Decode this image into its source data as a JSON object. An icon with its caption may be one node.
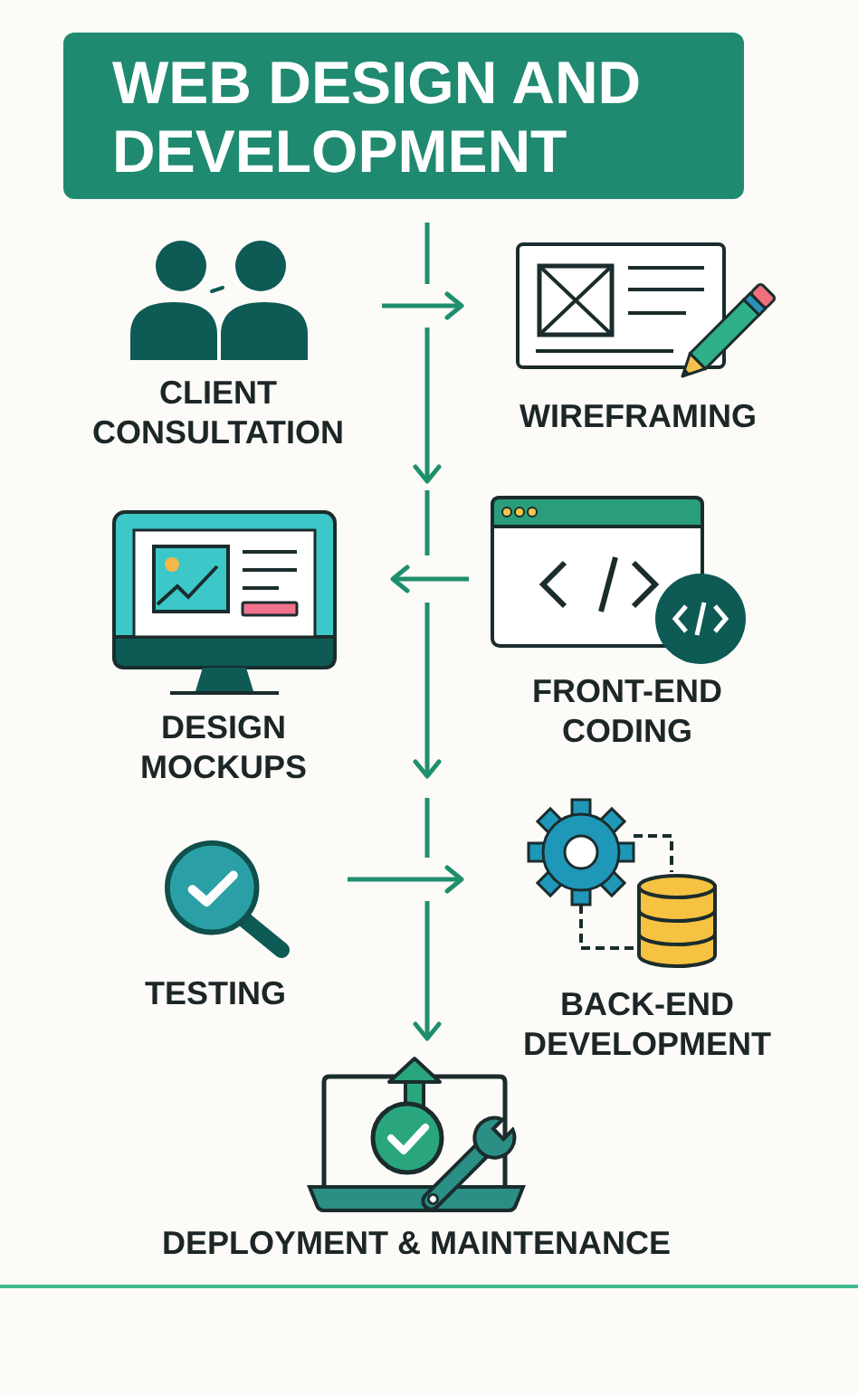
{
  "diagram": {
    "title": "WEB DESIGN AND DEVELOPMENT",
    "nodes": [
      {
        "text": [
          "CLIENT CONSULTATION"
        ]
      },
      {
        "text": [
          "WIREFRAMING"
        ]
      },
      {
        "text": [
          "DESIGN MOCKUPS"
        ]
      },
      {
        "text": [
          "FRONT-END CODING"
        ]
      },
      {
        "text": [
          "TESTING"
        ]
      },
      {
        "text": [
          "BACK-END DEVELOPMENT"
        ]
      },
      {
        "text": [
          "DEPLOYMENT & MAINTENANCE"
        ]
      }
    ],
    "edges": [
      {
        "from": 0,
        "to": 1,
        "arrow": "to"
      },
      {
        "from": 3,
        "to": 2,
        "arrow": "to"
      },
      {
        "from": 4,
        "to": 5,
        "arrow": "to"
      },
      {
        "from": null,
        "to": 6,
        "arrow": "to"
      }
    ]
  }
}
